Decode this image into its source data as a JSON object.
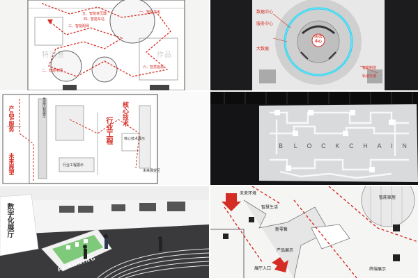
{
  "tiles": {
    "t1": {
      "labels": [
        "五、智能变压器",
        "四、智能车站",
        "三、智能配网",
        "一、智能发电",
        "二、智能电网",
        "六、智慧能源"
      ],
      "watermark": "特训营",
      "watermark2": "作品"
    },
    "t2": {
      "center_line1": "5G云",
      "center_line2": "中心",
      "left_labels": [
        "数据中心",
        "服务中心",
        "大数据"
      ],
      "right_labels": [
        "智能制造",
        "轨道交通"
      ]
    },
    "t3": {
      "red_labels": [
        "核心技术",
        "行业工程",
        "产品&服务",
        "未来展望"
      ],
      "gray_labels": [
        "行业工程展示",
        "核心技术展示",
        "发展历程展示",
        "未来展望区"
      ]
    },
    "t4": {
      "letters": [
        "B",
        "L",
        "O",
        "C",
        "K",
        "C",
        "H",
        "A",
        "I",
        "N"
      ]
    },
    "t5": {
      "wall_title": "数字化展厅",
      "floor_text": "PLANNING"
    },
    "t6": {
      "labels": [
        "未来环境",
        "智慧生活",
        "新零售",
        "产品展示",
        "展厅入口",
        "终端展示",
        "智能家居"
      ]
    }
  },
  "colors": {
    "accent_red": "#d42d24",
    "glow_blue": "#27d3f0",
    "dark_bg": "#1c1c1e"
  }
}
